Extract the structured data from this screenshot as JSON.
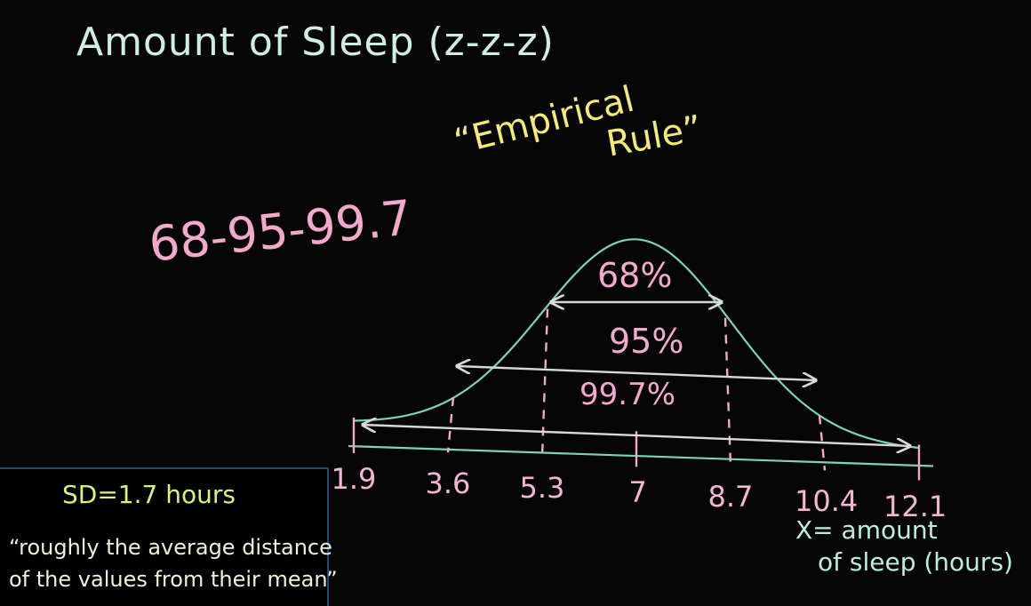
{
  "title": "Amount of Sleep (z-z-z)",
  "rule": {
    "line1": "“Empirical",
    "line2": "Rule”"
  },
  "sequence": "68-95-99.7",
  "percents": {
    "p68": "68%",
    "p95": "95%",
    "p997": "99.7%"
  },
  "chart_data": {
    "type": "area",
    "mean": 7,
    "sd": 1.7,
    "xlim": [
      1.9,
      12.1
    ],
    "ticks": [
      "1.9",
      "3.6",
      "5.3",
      "7",
      "8.7",
      "10.4",
      "12.1"
    ],
    "tick_values": [
      1.9,
      3.6,
      5.3,
      7,
      8.7,
      10.4,
      12.1
    ],
    "intervals": [
      {
        "percent": "68%",
        "from": 5.3,
        "to": 8.7
      },
      {
        "percent": "95%",
        "from": 3.6,
        "to": 10.4
      },
      {
        "percent": "99.7%",
        "from": 1.9,
        "to": 12.1
      }
    ],
    "xlabel": [
      "X= amount",
      "of sleep (hours)"
    ]
  },
  "sd_note": {
    "sd": "SD=1.7 hours",
    "quote_line1": "“roughly the average distance",
    "quote_line2": "of the values from their mean”"
  },
  "colors": {
    "curve": "#7fd3b4",
    "pink": "#f2a9cc",
    "arrow": "#d8d8d8",
    "yellow": "#f4ea78",
    "box_border": "#25457a"
  }
}
